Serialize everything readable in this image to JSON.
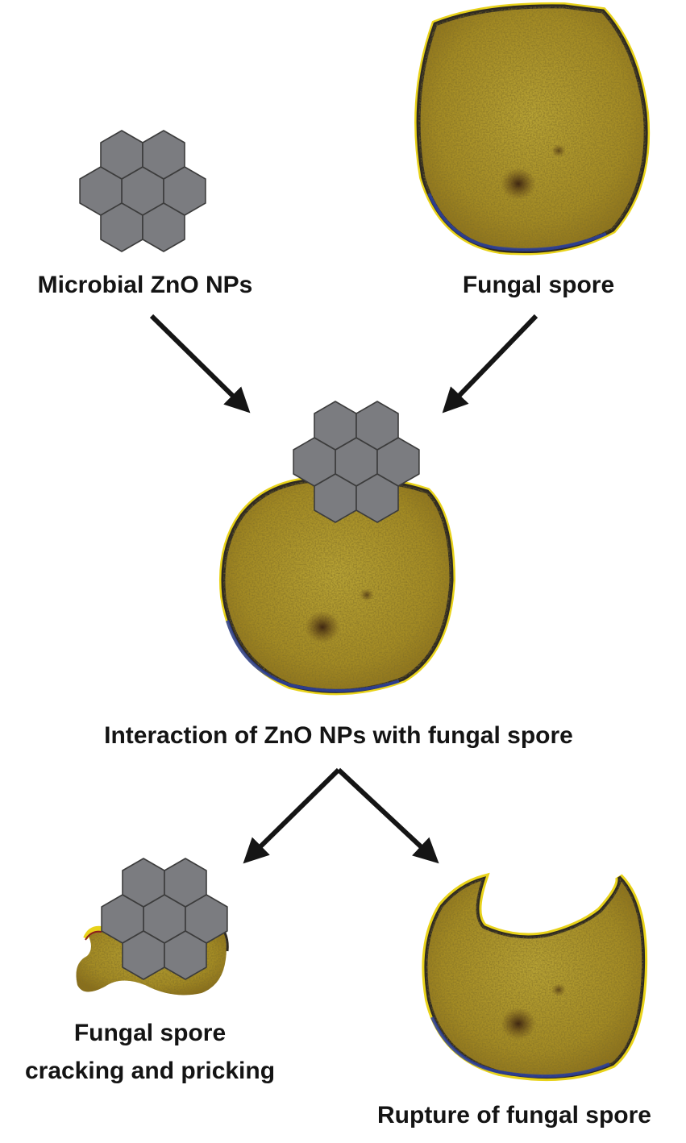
{
  "labels": {
    "nps": "Microbial ZnO NPs",
    "spore": "Fungal spore",
    "interaction": "Interaction of ZnO NPs with fungal spore",
    "cracking_line1": "Fungal spore",
    "cracking_line2": "cracking and pricking",
    "rupture": "Rupture of fungal spore"
  },
  "colors": {
    "hexagon_fill": "#7b7c80",
    "hexagon_stroke": "#3c3c3c",
    "spore_fill": "#a89223",
    "spore_dark": "#5a3d17",
    "membrane_dark": "#2f2a22",
    "membrane_yellow": "#e8d21a",
    "membrane_blue": "#2a3fa0",
    "arrow": "#151515",
    "text": "#141414"
  },
  "icons": [
    "hexagon-cluster-icon",
    "fungal-spore-icon",
    "arrow-icon"
  ]
}
